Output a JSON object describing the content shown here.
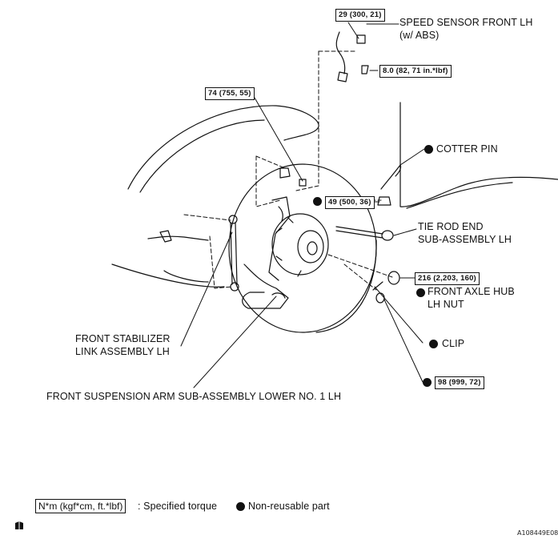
{
  "labels": {
    "speed_sensor": [
      "SPEED SENSOR FRONT LH",
      "(w/ ABS)"
    ],
    "cotter_pin": "COTTER PIN",
    "tie_rod_end": [
      "TIE ROD END",
      "SUB-ASSEMBLY LH"
    ],
    "front_axle_hub_nut": [
      "FRONT AXLE HUB",
      "LH NUT"
    ],
    "clip": "CLIP",
    "stabilizer_link": [
      "FRONT STABILIZER",
      "LINK ASSEMBLY LH"
    ],
    "suspension_arm": "FRONT SUSPENSION ARM SUB-ASSEMBLY LOWER NO. 1 LH"
  },
  "torques": {
    "t_29": "29 (300, 21)",
    "t_8": "8.0 (82, 71 in.*lbf)",
    "t_74": "74 (755, 55)",
    "t_49": "49 (500, 36)",
    "t_216": "216 (2,203, 160)",
    "t_98": "98 (999, 72)"
  },
  "legend": {
    "unit_box": "N*m (kgf*cm, ft.*lbf)",
    "unit_desc": ": Specified torque",
    "nonreusable": "Non-reusable part"
  },
  "footer": {
    "figure_code": "A108449E08"
  },
  "icons": {
    "nonreusable_marker": "filled-circle-icon",
    "corner_mark": "book-corner-icon"
  },
  "colors": {
    "ink": "#111111",
    "background": "#ffffff"
  }
}
